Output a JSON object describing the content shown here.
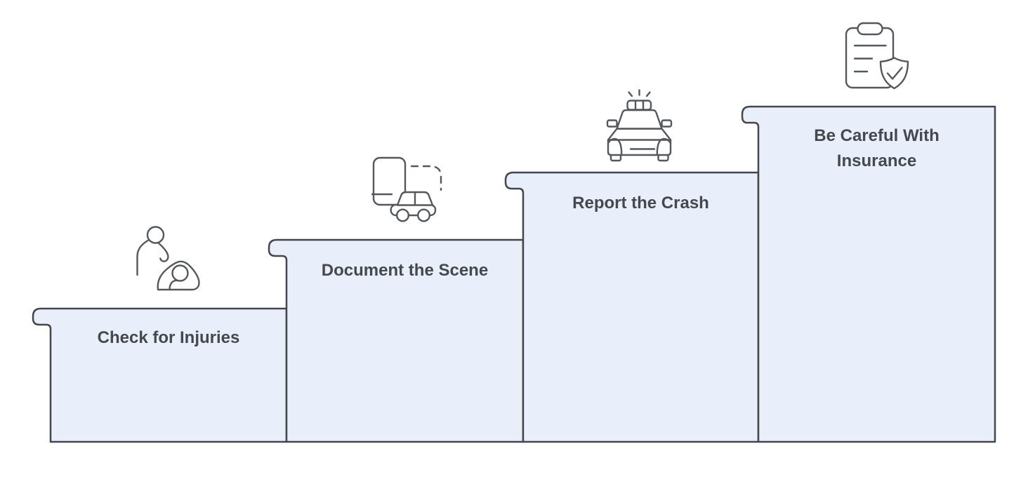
{
  "colors": {
    "background": "#FFFFFF",
    "step_fill": "#E9EEFB",
    "step_border": "#43464A",
    "icon_stroke": "#54575B",
    "label_text": "#45484D"
  },
  "steps": [
    {
      "label": "Check for Injuries",
      "icon": "person-helping-injured-icon"
    },
    {
      "label": "Document the Scene",
      "icon": "phone-photo-car-icon"
    },
    {
      "label": "Report the Crash",
      "icon": "police-car-icon"
    },
    {
      "label": "Be Careful With Insurance",
      "icon": "clipboard-shield-check-icon"
    }
  ]
}
